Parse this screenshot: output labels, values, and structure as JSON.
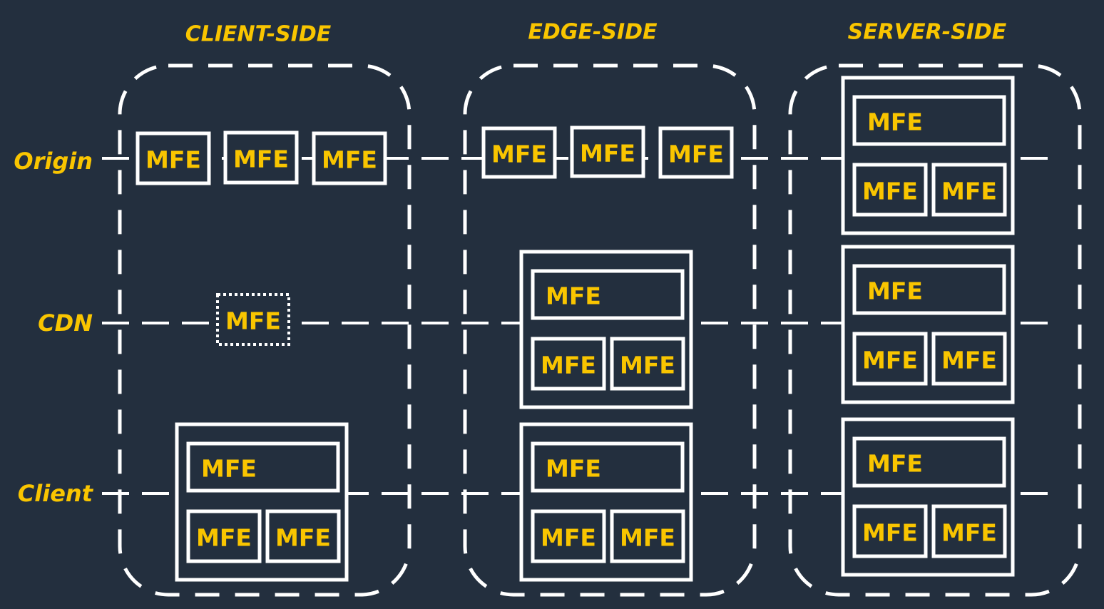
{
  "colors": {
    "background": "#232f3e",
    "accent": "#f9c500",
    "stroke": "#ffffff"
  },
  "columns": [
    {
      "title": "CLIENT-SIDE"
    },
    {
      "title": "EDGE-SIDE"
    },
    {
      "title": "SERVER-SIDE"
    }
  ],
  "rows": [
    {
      "label": "Origin"
    },
    {
      "label": "CDN"
    },
    {
      "label": "Client"
    }
  ],
  "box_label": "MFE"
}
